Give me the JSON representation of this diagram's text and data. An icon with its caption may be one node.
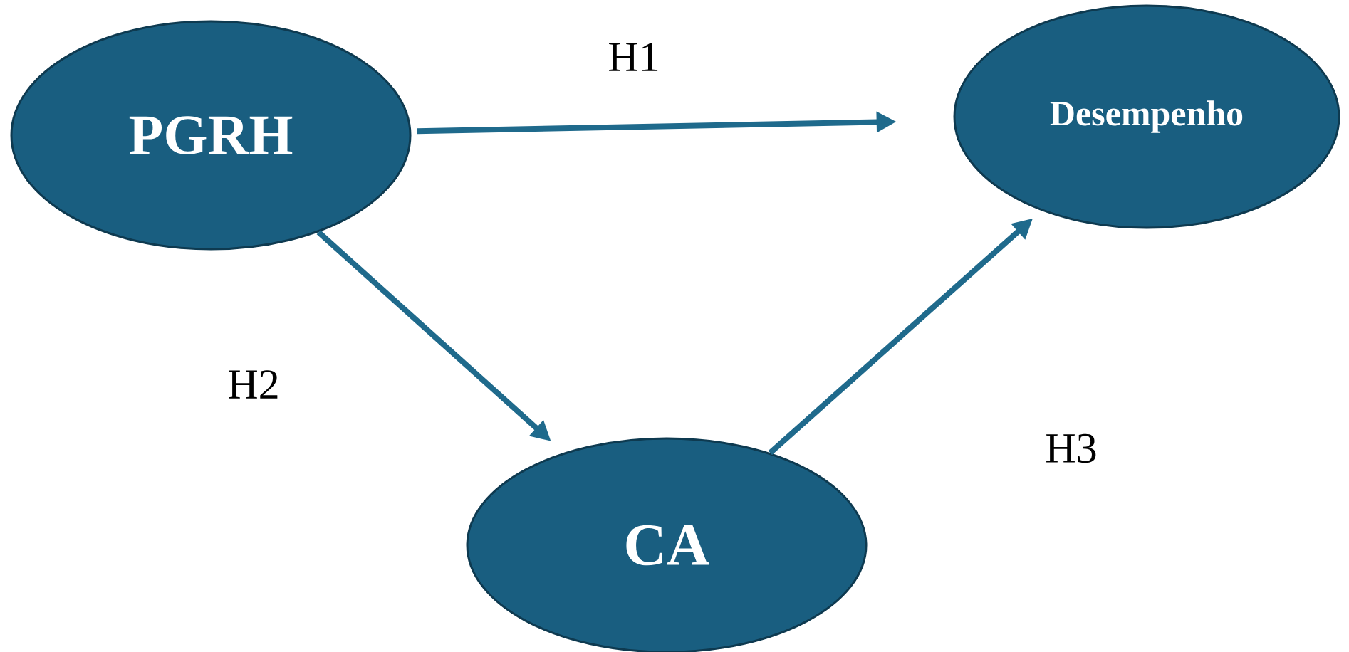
{
  "diagram": {
    "nodes": [
      {
        "text": [
          "PGRH"
        ]
      },
      {
        "text": [
          "Desempenho"
        ]
      },
      {
        "text": [
          "CA"
        ]
      }
    ],
    "edges": [
      {
        "from": 0,
        "to": 1,
        "arrow": "to",
        "label": "H1"
      },
      {
        "from": 0,
        "to": 2,
        "arrow": "to",
        "label": "H2"
      },
      {
        "from": 2,
        "to": 1,
        "arrow": "to",
        "label": "H3"
      }
    ]
  }
}
